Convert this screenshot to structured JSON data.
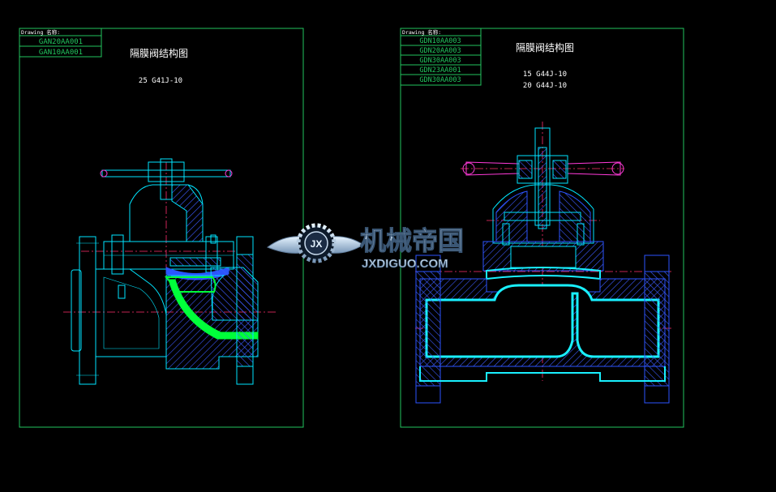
{
  "left_sheet": {
    "drawing_header": "Drawing 名称:",
    "codes": [
      "GAN20AA001",
      "GAN10AA001"
    ],
    "title": "隔膜阀结构图",
    "models": [
      "25 G41J-10"
    ]
  },
  "right_sheet": {
    "drawing_header": "Drawing 名称:",
    "codes": [
      "GDN10AA003",
      "GDN20AA003",
      "GDN30AA003",
      "GDN23AA001",
      "GDN30AA003"
    ],
    "title": "隔膜阀结构图",
    "models": [
      "15 G44J-10",
      "20 G44J-10"
    ]
  },
  "watermark": {
    "brand": "机械帝国",
    "url": "JXDIGUO.COM",
    "badge": "JX"
  },
  "colors": {
    "background": "#000000",
    "frame": "#22c55e",
    "code_text": "#22c55e",
    "outline": "#00e5ff",
    "cyan_bright": "#19f0ff",
    "center_line": "#ff2f6d",
    "green_body": "#00ff3a",
    "hatch": "#3d5bff",
    "blue_part": "#2b55ff",
    "handle": "#ff3ad9",
    "text": "#ffffff"
  }
}
